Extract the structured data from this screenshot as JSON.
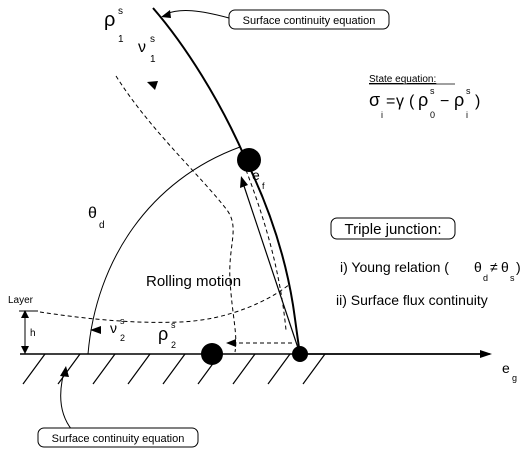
{
  "labels": {
    "surface_eq_top": "Surface continuity equation",
    "surface_eq_bottom": "Surface continuity equation",
    "state_title": "State equation:",
    "triple_title": "Triple junction:",
    "young_text": "i)  Young relation (",
    "flux_text": "ii) Surface flux continuity",
    "rolling": "Rolling motion",
    "layer": "Layer",
    "h": "h"
  },
  "symbols": {
    "rho": "ρ",
    "nu": "ν",
    "sigma": "σ",
    "gamma": "γ",
    "theta": "θ",
    "neq": "≠",
    "minus": "−",
    "eq": "=",
    "lparen": "(",
    "rparen": ")",
    "e": "e",
    "sub_1": "1",
    "sub_2": "2",
    "sub_0": "0",
    "sub_i": "i",
    "sub_d": "d",
    "sub_s": "s",
    "sub_f": "f",
    "sub_g": "g",
    "sup_s": "s"
  }
}
